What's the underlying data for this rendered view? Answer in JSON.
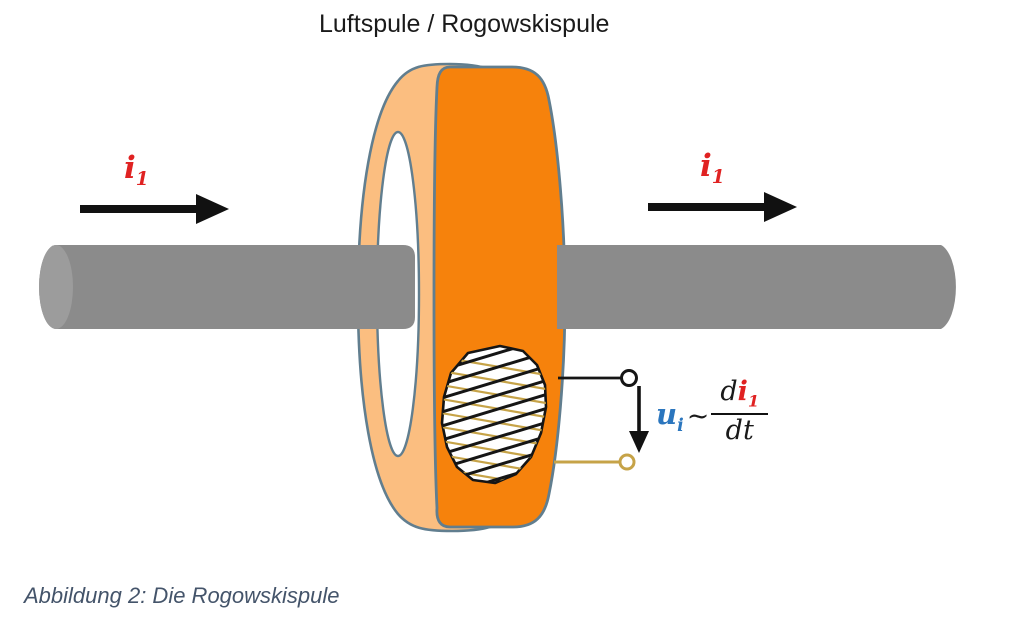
{
  "title": "Luftspule / Rogowskispule",
  "caption": "Abbildung 2: Die Rogowskispule",
  "labels": {
    "current_left": {
      "base": "i",
      "sub": "1"
    },
    "current_right": {
      "base": "i",
      "sub": "1"
    }
  },
  "formula": {
    "u_base": "u",
    "u_sub": "i",
    "tilde": "~",
    "num_d": "d",
    "num_i": "i",
    "num_sub": "1",
    "den": "dt"
  },
  "icons": {
    "current_arrow_left": "right-arrow",
    "current_arrow_right": "right-arrow",
    "voltage_arrow": "down-arrow",
    "terminal_black": "open-circle-terminal",
    "terminal_gold": "open-circle-terminal"
  },
  "colors": {
    "coil_body": "#F6820C",
    "coil_face": "#FBBE80",
    "outline": "#617E8F",
    "rod": "#8B8B8B",
    "rod_cap": "#9C9C9C",
    "current_red": "#E02222",
    "voltage_blue": "#2B76BE",
    "winding_gold": "#C6A348",
    "ink": "#1A1A1A",
    "caption": "#44546A"
  }
}
